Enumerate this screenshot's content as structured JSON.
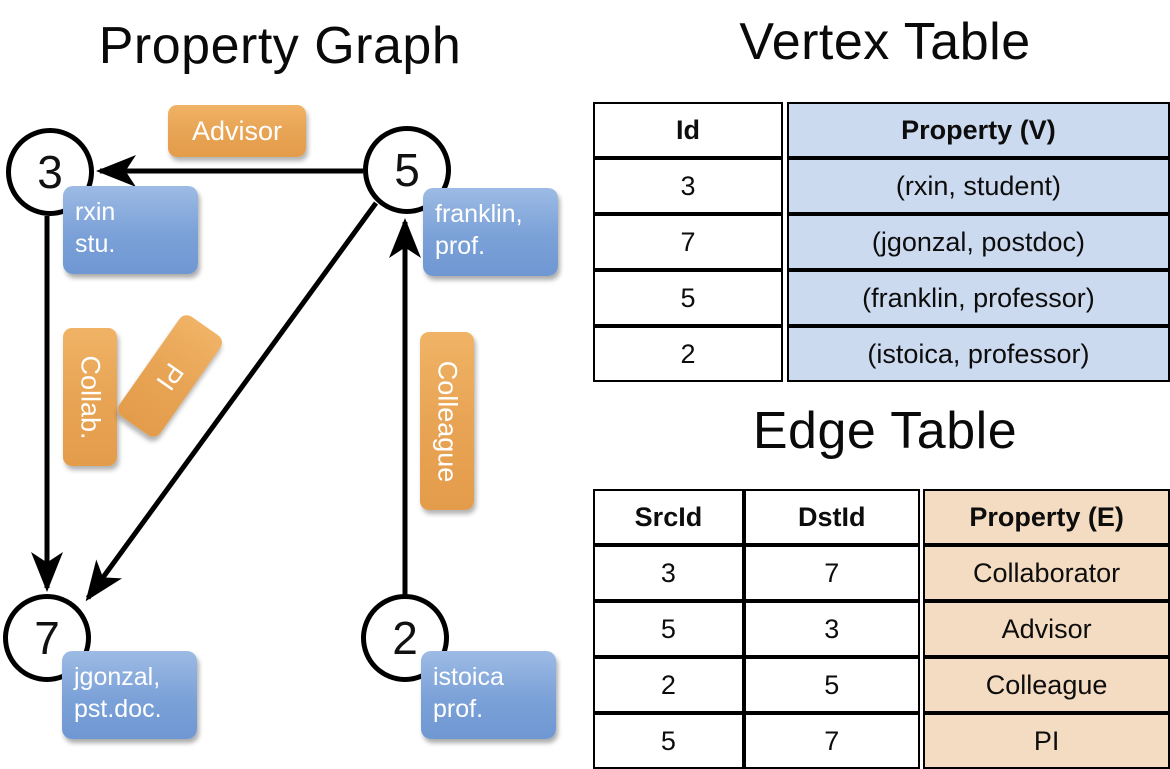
{
  "titles": {
    "property_graph": "Property Graph",
    "vertex_table": "Vertex Table",
    "edge_table": "Edge Table"
  },
  "colors": {
    "vertex_property_fill": "#ccdaf0",
    "edge_property_fill": "#f4dcc2",
    "property_box_blue": "#7ba1d8",
    "edge_label_orange": "#e8a455",
    "stroke": "#000000"
  },
  "graph": {
    "vertices": [
      {
        "id": "3",
        "prop_line1": "rxin",
        "prop_line2": "stu."
      },
      {
        "id": "5",
        "prop_line1": "franklin,",
        "prop_line2": "prof."
      },
      {
        "id": "7",
        "prop_line1": "jgonzal,",
        "prop_line2": "pst.doc."
      },
      {
        "id": "2",
        "prop_line1": "istoica",
        "prop_line2": "prof."
      }
    ],
    "edge_labels": {
      "advisor": "Advisor",
      "collab": "Collab.",
      "pi": "PI",
      "colleague": "Colleague"
    }
  },
  "vertex_table": {
    "headers": [
      "Id",
      "Property (V)"
    ],
    "rows": [
      {
        "id": "3",
        "property": "(rxin, student)"
      },
      {
        "id": "7",
        "property": "(jgonzal, postdoc)"
      },
      {
        "id": "5",
        "property": "(franklin, professor)"
      },
      {
        "id": "2",
        "property": "(istoica, professor)"
      }
    ]
  },
  "edge_table": {
    "headers": [
      "SrcId",
      "DstId",
      "Property (E)"
    ],
    "rows": [
      {
        "src": "3",
        "dst": "7",
        "property": "Collaborator"
      },
      {
        "src": "5",
        "dst": "3",
        "property": "Advisor"
      },
      {
        "src": "2",
        "dst": "5",
        "property": "Colleague"
      },
      {
        "src": "5",
        "dst": "7",
        "property": "PI"
      }
    ]
  }
}
